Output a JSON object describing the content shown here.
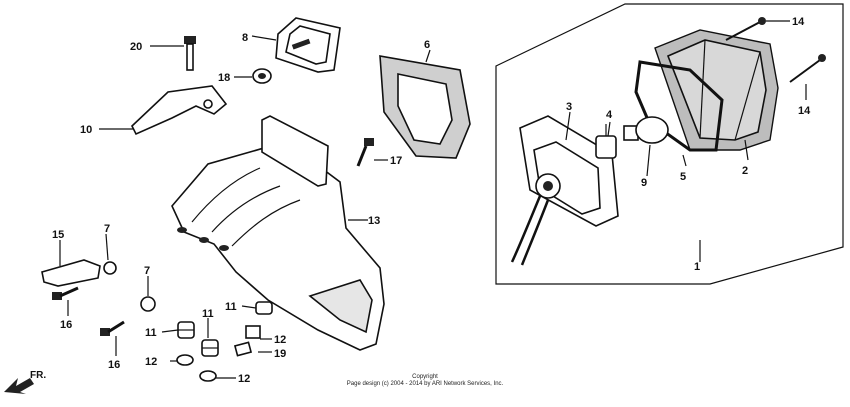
{
  "diagram": {
    "callouts": [
      {
        "id": "c1",
        "text": "1"
      },
      {
        "id": "c2",
        "text": "2"
      },
      {
        "id": "c3",
        "text": "3"
      },
      {
        "id": "c4",
        "text": "4"
      },
      {
        "id": "c5",
        "text": "5"
      },
      {
        "id": "c6",
        "text": "6"
      },
      {
        "id": "c7a",
        "text": "7"
      },
      {
        "id": "c7b",
        "text": "7"
      },
      {
        "id": "c8",
        "text": "8"
      },
      {
        "id": "c9",
        "text": "9"
      },
      {
        "id": "c10",
        "text": "10"
      },
      {
        "id": "c11a",
        "text": "11"
      },
      {
        "id": "c11b",
        "text": "11"
      },
      {
        "id": "c11c",
        "text": "11"
      },
      {
        "id": "c12a",
        "text": "12"
      },
      {
        "id": "c12b",
        "text": "12"
      },
      {
        "id": "c12c",
        "text": "12"
      },
      {
        "id": "c13",
        "text": "13"
      },
      {
        "id": "c14a",
        "text": "14"
      },
      {
        "id": "c14b",
        "text": "14"
      },
      {
        "id": "c15",
        "text": "15"
      },
      {
        "id": "c16a",
        "text": "16"
      },
      {
        "id": "c16b",
        "text": "16"
      },
      {
        "id": "c17",
        "text": "17"
      },
      {
        "id": "c18",
        "text": "18"
      },
      {
        "id": "c19",
        "text": "19"
      },
      {
        "id": "c20",
        "text": "20"
      }
    ],
    "direction_label": "FR.",
    "copyright_line1": "Copyright",
    "copyright_line2": "Page design (c) 2004 - 2014 by ARI Network Services, Inc."
  }
}
